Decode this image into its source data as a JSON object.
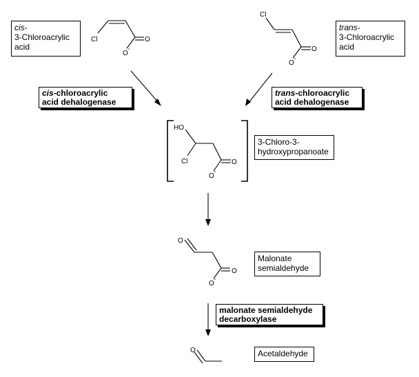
{
  "compounds": {
    "cis": {
      "prefix": "cis",
      "suffix": "-",
      "line2": "3-Chloroacrylic",
      "line3": "acid"
    },
    "trans": {
      "prefix": "trans",
      "suffix": "-",
      "line2": "3-Chloroacrylic",
      "line3": "acid"
    },
    "intermediate": {
      "line1": "3-Chloro-3-",
      "line2": "hydroxypropanoate"
    },
    "malonate": {
      "line1": "Malonate",
      "line2": "semialdehyde"
    },
    "acetaldehyde": {
      "label": "Acetaldehyde"
    }
  },
  "enzymes": {
    "cis": {
      "prefix": "cis",
      "suffix": "-chloroacrylic",
      "line2": "acid dehalogenase"
    },
    "trans": {
      "prefix": "trans",
      "suffix": "-chloroacrylic",
      "line2": "acid dehalogenase"
    },
    "decarboxylase": {
      "line1": "malonate semialdehyde",
      "line2": "decarboxylase"
    }
  },
  "atoms": {
    "cl": "Cl",
    "o": "O",
    "ho": "HO",
    "minus": "-"
  }
}
